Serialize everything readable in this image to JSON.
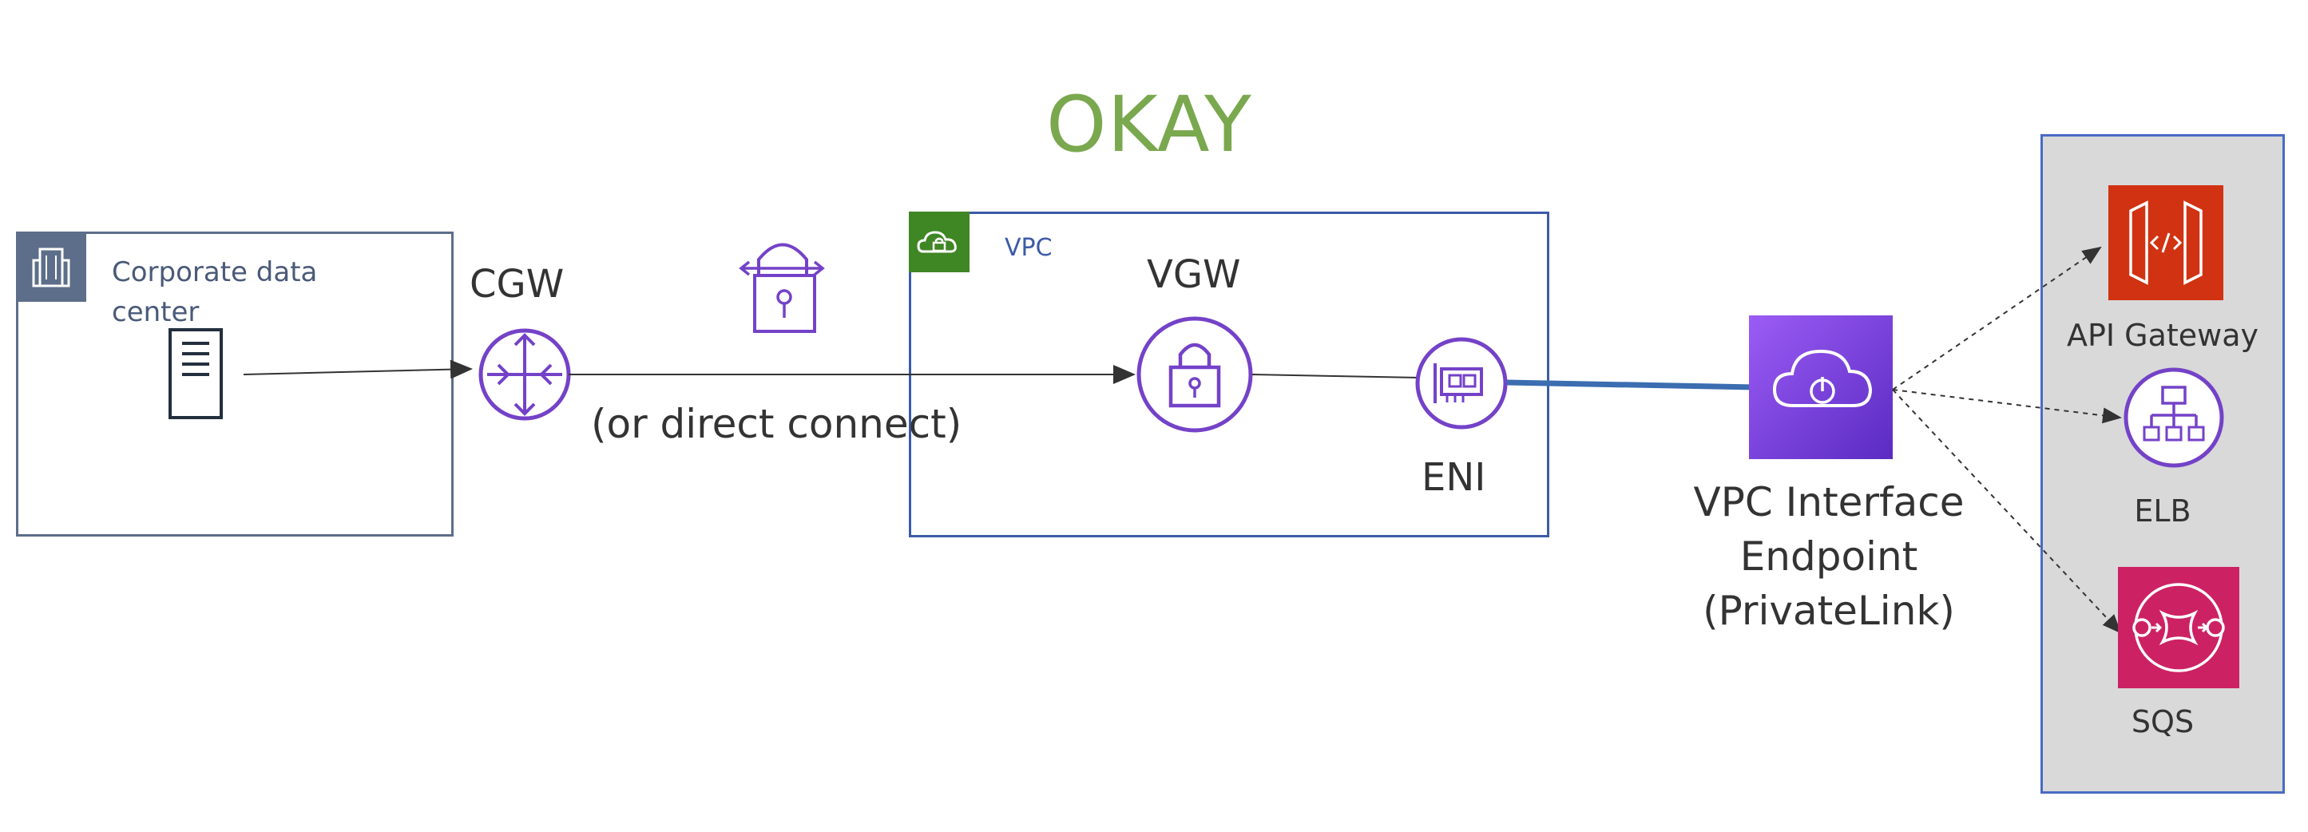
{
  "status": "OKAY",
  "corporate": {
    "label": "Corporate data center"
  },
  "cgw": {
    "label": "CGW"
  },
  "connection": {
    "note": "(or direct connect)"
  },
  "vpc": {
    "label": "VPC"
  },
  "vgw": {
    "label": "VGW"
  },
  "eni": {
    "label": "ENI"
  },
  "endpoint": {
    "line1": "VPC Interface",
    "line2": "Endpoint",
    "line3": "(PrivateLink)"
  },
  "services": [
    {
      "label": "API Gateway",
      "icon": "api-gateway-icon",
      "color": "#d13212"
    },
    {
      "label": "ELB",
      "icon": "load-balancer-icon",
      "color": "#7442c8"
    },
    {
      "label": "SQS",
      "icon": "queue-icon",
      "color": "#cc2264"
    }
  ],
  "colors": {
    "purple": "#7442c8",
    "status_green": "#7aa84e",
    "vpc_border": "#3c5ba8",
    "corp_gray": "#5d6e8a"
  }
}
